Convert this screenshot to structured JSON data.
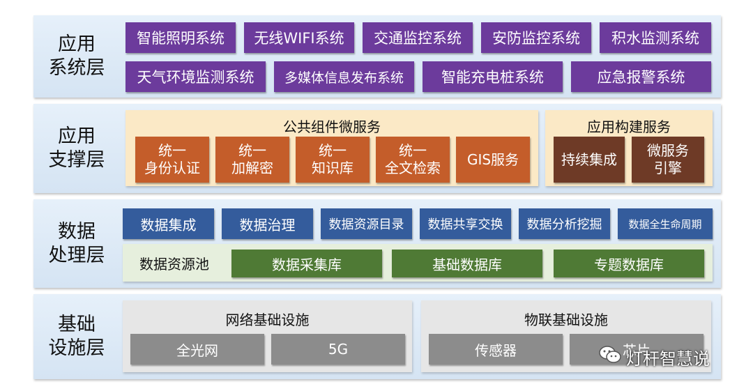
{
  "layers": {
    "application": {
      "label": "应用\n系统层",
      "row1": [
        "智能照明系统",
        "无线WIFI系统",
        "交通监控系统",
        "安防监控系统",
        "积水监测系统"
      ],
      "row2": [
        "天气环境监测系统",
        "多媒体信息发布系统",
        "智能充电桩系统",
        "应急报警系统"
      ]
    },
    "support": {
      "label": "应用\n支撑层",
      "public_title": "公共组件微服务",
      "public_items": [
        "统一\n身份认证",
        "统一\n加解密",
        "统一\n知识库",
        "统一\n全文检索",
        "GIS服务"
      ],
      "build_title": "应用构建服务",
      "build_items": [
        "持续集成",
        "微服务\n引擎"
      ]
    },
    "data": {
      "label": "数据\n处理层",
      "tools": [
        "数据集成",
        "数据治理",
        "数据资源目录",
        "数据共享交换",
        "数据分析挖掘",
        "数据全生命周期"
      ],
      "pool_label": "数据资源池",
      "pool_items": [
        "数据采集库",
        "基础数据库",
        "专题数据库"
      ]
    },
    "infra": {
      "label": "基础\n设施层",
      "network_title": "网络基础设施",
      "network_items": [
        "全光网",
        "5G"
      ],
      "iot_title": "物联基础设施",
      "iot_items": [
        "传感器",
        "芯片"
      ]
    }
  },
  "watermark": {
    "text": "灯杆智慧说",
    "icon": "wechat-icon"
  },
  "colors": {
    "layer_bg": "#dce8f5",
    "purple": "#6c3b9c",
    "orange": "#c45d2a",
    "brown": "#6e3a26",
    "blue": "#345c9c",
    "green": "#4f7a35",
    "gray": "#8c8c8c",
    "cream": "#fbe9c6",
    "mint": "#e6efdd"
  }
}
